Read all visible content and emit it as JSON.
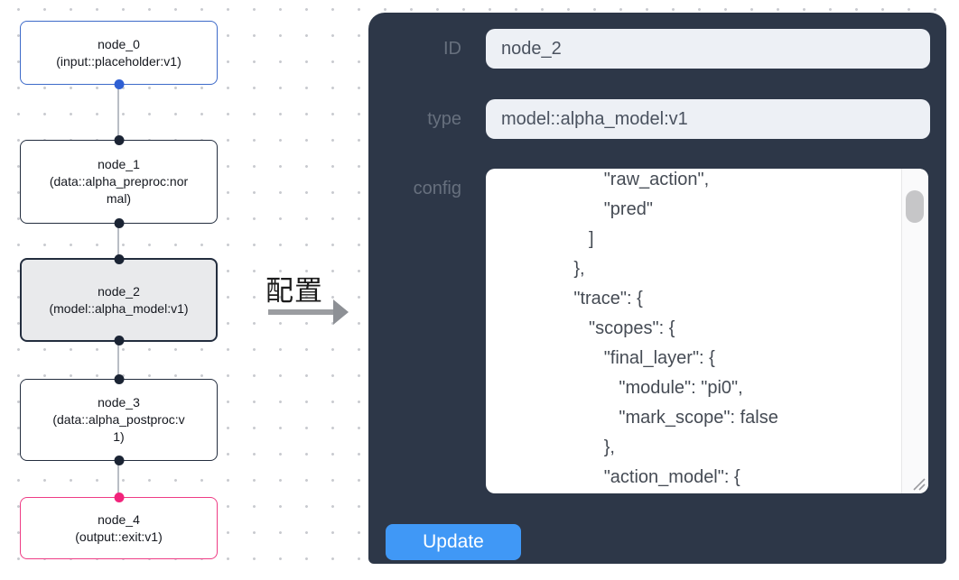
{
  "flow": {
    "nodes": [
      {
        "name": "node_0",
        "type": "(input::placeholder:v1)"
      },
      {
        "name": "node_1",
        "type": "(data::alpha_preproc:normal)"
      },
      {
        "name": "node_2",
        "type": "(model::alpha_model:v1)"
      },
      {
        "name": "node_3",
        "type": "(data::alpha_postproc:v1)"
      },
      {
        "name": "node_4",
        "type": "(output::exit:v1)"
      }
    ]
  },
  "transition": {
    "label": "配置"
  },
  "panel": {
    "id_label": "ID",
    "id_value": "node_2",
    "type_label": "type",
    "type_value": "model::alpha_model:v1",
    "config_label": "config",
    "config_text": "                     \"raw_action\",\n                     \"pred\"\n                  ]\n               },\n               \"trace\": {\n                  \"scopes\": {\n                     \"final_layer\": {\n                        \"module\": \"pi0\",\n                        \"mark_scope\": false\n                     },\n                     \"action_model\": {",
    "update_label": "Update"
  },
  "colors": {
    "input_node_accent": "#3d6ac9",
    "default_node_accent": "#232d3e",
    "selected_node_bg": "#e9eaec",
    "output_node_accent": "#ee3c85",
    "edge": "#b9bdc5",
    "panel_bg": "#2d3748",
    "panel_label": "#67707e",
    "field_bg": "#edf0f5",
    "update_button": "#4098f6"
  }
}
